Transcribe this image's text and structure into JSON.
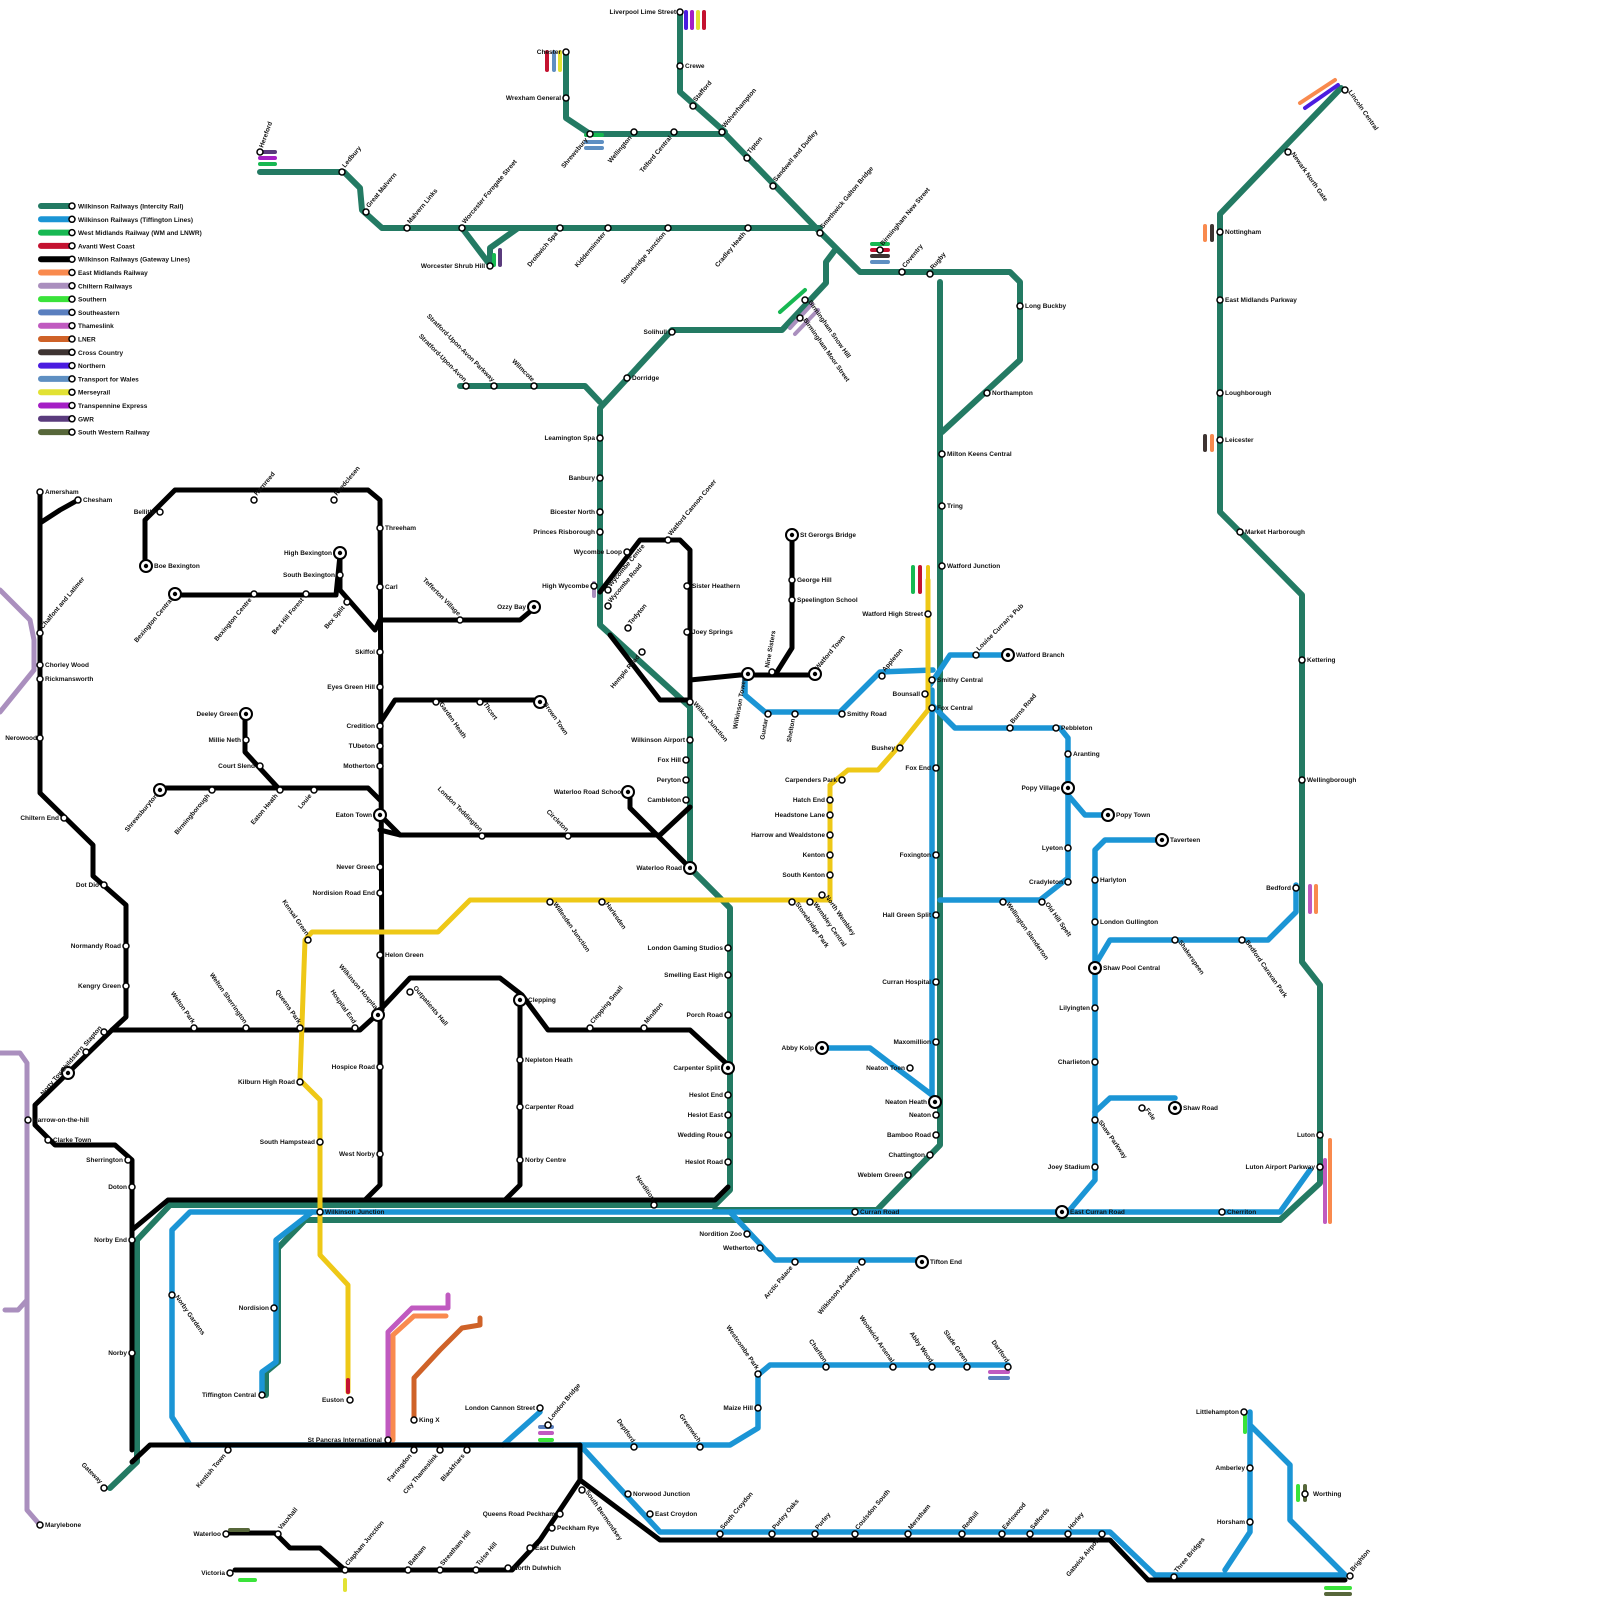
{
  "legend": [
    {
      "key": "intercity",
      "label": "Wilkinson Railways (Intercity Rail)",
      "color": "#237a63"
    },
    {
      "key": "tiffington",
      "label": "Wilkinson Railways (Tiffington Lines)",
      "color": "#1b95d5"
    },
    {
      "key": "wmr",
      "label": "West Midlands Railway (WM and LNWR)",
      "color": "#17b852"
    },
    {
      "key": "avanti",
      "label": "Avanti West Coast",
      "color": "#c41230"
    },
    {
      "key": "gateway",
      "label": "Wilkinson Railways (Gateway Lines)",
      "color": "#000000"
    },
    {
      "key": "emr",
      "label": "East Midlands Railway",
      "color": "#f98a4e"
    },
    {
      "key": "chiltern",
      "label": "Chiltern Railways",
      "color": "#aa8fbe"
    },
    {
      "key": "southern",
      "label": "Southern",
      "color": "#3ae33a"
    },
    {
      "key": "southeastern",
      "label": "Southeastern",
      "color": "#5a7fbf"
    },
    {
      "key": "thameslink",
      "label": "Thameslink",
      "color": "#c05ac0"
    },
    {
      "key": "lner",
      "label": "LNER",
      "color": "#cf6228"
    },
    {
      "key": "crosscountry",
      "label": "Cross Country",
      "color": "#3e3432"
    },
    {
      "key": "northern",
      "label": "Northern",
      "color": "#4b1ce0"
    },
    {
      "key": "tfw",
      "label": "Transport for Wales",
      "color": "#5e8fc2"
    },
    {
      "key": "merseyrail",
      "label": "Merseyrail",
      "color": "#e2e234"
    },
    {
      "key": "tpe",
      "label": "Transpennine Express",
      "color": "#a51fc5"
    },
    {
      "key": "gwr",
      "label": "GWR",
      "color": "#5a3b7d"
    },
    {
      "key": "swr",
      "label": "South Western Railway",
      "color": "#57673a"
    }
  ],
  "extra_colors": {
    "yellow_line": "#eec817"
  },
  "stations": {
    "liverpool": "Liverpool Lime Street",
    "crewe": "Crewe",
    "stafford": "Stafford",
    "wolverhampton": "Wolverhampton",
    "tipton": "Tipton",
    "sandwell": "Sandwell and Dudley",
    "smethwick": "Smethwick Galton Bridge",
    "bhamns": "Birmingham New Street",
    "coventry": "Coventry",
    "rugby": "Rugby",
    "longbuckby": "Long Buckby",
    "northampton": "Northampton",
    "mkc": "Milton Keens Central",
    "tring": "Tring",
    "watfordjn": "Watford Junction",
    "watfordhs": "Watford High Street",
    "chester": "Chester",
    "wrexham": "Wrexham General",
    "shrewsbury": "Shrewsbury",
    "wellington": "Wellington",
    "telford": "Telford Central",
    "hereford": "Hereford",
    "ledbury": "Ledbury",
    "greatmalvern": "Great Malvern",
    "malvernlinks": "Malvern Links",
    "worcesterfs": "Worcester Foregate Street",
    "worcestersh": "Worcester Shrub Hill",
    "droitwich": "Droitwich Spa",
    "kidderminster": "Kidderminster",
    "stourbridge": "Stourbridge Junction",
    "cradley": "Cradley Heath",
    "bhamsh": "Birmingham Snow Hill",
    "bhamms": "Birmingham Moor Street",
    "solihull": "Solihull",
    "dorridge": "Dorridge",
    "stratpkwy": "Stratford-Upon-Avon Parkway",
    "strat": "Stratford-Upon-Avon",
    "wilmcote": "Wilmcote",
    "leamington": "Leamington Spa",
    "banbury": "Banbury",
    "bicester": "Bicester North",
    "princes": "Princes Risborough",
    "wycloop": "Wycombe Loop",
    "highwyc": "High Wycombe",
    "wyccentre": "Wycombe Centre",
    "wycroad": "Wycombe Road",
    "tedyton": "Tedyton",
    "hemplerd": "Hemple Road",
    "wcc": "Watford Cannon Coner",
    "sisterh": "Sister Heathern",
    "joysp": "Joey Springs",
    "wilkjn": "Wilkos Junction",
    "wilkair": "Wilkinson Airport",
    "foxhill": "Fox Hill",
    "peryton": "Peryton",
    "cambleton": "Cambleton",
    "waterloors": "Waterloo Road School",
    "circleton": "Circleton",
    "londonted": "London Teddington",
    "waterloord": "Waterloo Road",
    "nineisters": "Nine Sisters",
    "stgeorge": "St Gerorgs Bridge",
    "georgehill": "George Hill",
    "speelington": "Speelington School",
    "watfordtown": "Watford Town",
    "wilkhospb": "Wilkinson Tower",
    "guntar": "Guntar",
    "shelton": "Shelton",
    "smithyrd": "Smithy Road",
    "appleton": "Appleton",
    "smithyc": "Smithy Central",
    "bounsall": "Bounsall",
    "foxcentral": "Fox Central",
    "louisecp": "Louise Curran's Pub",
    "watfordbr": "Watford Branch",
    "burnsrd": "Burns Road",
    "pebbleton": "Pebbleton",
    "aranting": "Aranting",
    "popyv": "Popy Village",
    "popyt": "Popy Town",
    "lyeton": "Lyeton",
    "cradyleton": "Cradyleton",
    "oldhill": "Old Hill Spelt",
    "wellingtonsl": "Wellington Slenderton",
    "bushey": "Bushey",
    "carpenders": "Carpenders Park",
    "hatchend": "Hatch End",
    "headstone": "Headstone Lane",
    "harrowwald": "Harrow and Wealdstone",
    "kenton": "Kenton",
    "southkenton": "South Kenton",
    "northwembley": "North Wembley",
    "wembleyc": "Wembley Central",
    "stonebridge": "Stonebridge Park",
    "harlesden": "Harlesden",
    "willesden": "Willesden Junction",
    "kensalg": "Kensal Green",
    "foxend": "Fox End",
    "foxington": "Foxington",
    "hallgreen": "Hall Green Split",
    "curranhosp": "Curran Hospital",
    "maxomillion": "Maxomillion",
    "abbykolp": "Abby Kolp",
    "neatontoen": "Neaton Toen",
    "neatonheath": "Neaton Heath",
    "neaton": "Neaton",
    "bambooroad": "Bamboo Road",
    "chattington": "Chattington",
    "weblemgreen": "Weblem Green",
    "curranroad": "Curran Road",
    "eastcurran": "East Curran Road",
    "cherriton": "Cherriton",
    "taverteen": "Taverteen",
    "harlyton": "Harlyton",
    "londongull": "London Gullington",
    "shawpool": "Shaw Pool Central",
    "shakerspeen": "Shakerspeen",
    "bedfordcp": "Bedford Caravan Park",
    "lilyington": "Lilyingten",
    "charlieton": "Charlieton",
    "shawpkwy": "Shaw Parkway",
    "fele": "Fele",
    "shawroad": "Shaw Road",
    "joeystadium": "Joey Stadium",
    "lincoln": "Lincoln Central",
    "newark": "Newark North Gate",
    "nottingham": "Nottingham",
    "emparkway": "East Midlands Parkway",
    "loughborough": "Loughborough",
    "leicester": "Leicester",
    "marketharb": "Market Harborough",
    "kettering": "Kettering",
    "wellingborough": "Wellingborough",
    "bedford": "Bedford",
    "luton": "Luton",
    "lutonair": "Luton Airport Parkway",
    "amersham": "Amersham",
    "chesham": "Chesham",
    "chalfont": "Chalfont and Latimer",
    "chorley": "Chorley Wood",
    "ricky": "Rickmansworth",
    "nerowood": "Nerowood",
    "chilternend": "Chiltern End",
    "dotdio": "Dot Dio",
    "normandy": "Normandy Road",
    "kengry": "Kengry Green",
    "stapton": "Stapton",
    "childstern": "Childstern",
    "nortytown": "Norty Town",
    "harrowhill": "Harrow-on-the-hill",
    "clarketown": "Clarke Town",
    "sherrington": "Sherrington",
    "doton": "Doton",
    "norbyend": "Norby End",
    "norby": "Norby",
    "gateway": "Gateway",
    "marylebone": "Marylebone",
    "bellitle": "Bellitle",
    "harnreed": "Harnreed",
    "reedclesen": "Reedclesen",
    "threeham": "Threeham",
    "boebex": "Boe Bexington",
    "highbex": "High Bexington",
    "southbex": "South Bexington",
    "bexcentral": "Bexington Central",
    "bexcentre": "Bexington Centre",
    "bexhillforest": "Bex Hill Forest",
    "bexspit": "Bex Split",
    "carl": "Carl",
    "tefferton": "Tefferton Village",
    "ozzybay": "Ozzy Bay",
    "skiffol": "Skiffol",
    "eyesgreen": "Eyes Green Hill",
    "gardenheath": "Garden Heath",
    "thcert": "Thcert",
    "browntown": "Brown Town",
    "credition": "Credition",
    "tubeton": "TUbeton",
    "motherton": "Motherton",
    "deeleygreen": "Deeley Green",
    "millieneth": "Millie Neth",
    "courtslend": "Court Slend",
    "eatonheath": "Eaton Heath",
    "louie": "Louie",
    "shrewsburyton": "Shrewsburyton",
    "birmingborough": "Birmingborough",
    "eatontown": "Eaton Town",
    "nevergreen": "Never Green",
    "nordisionre": "Nordision Road End",
    "helongreen": "Helon Green",
    "wilkhosp": "Wilkinson Hospital",
    "outpatients": "Outpatients Hall",
    "hospitalend": "Hospital End",
    "queenspark": "Queens Park",
    "weltonsh": "Welton Sherrington",
    "weltonpark": "Welton Park",
    "hospiceroad": "Hospice Road",
    "westnorby": "West Norby",
    "clepping": "Clepping",
    "cleppingsmall": "Clepping Small",
    "mindton": "Mindton",
    "nepletonh": "Nepleton Heath",
    "carpenterroad": "Carpenter Road",
    "norbycentre": "Norby Centre",
    "londongaming": "London Gaming Studios",
    "smellingeh": "Smelling East High",
    "porchroad": "Porch Road",
    "carpentersplit": "Carpenter Split",
    "heslotend": "Heslot End",
    "heslotea": "Heslot East",
    "weddingroue": "Wedding Roue",
    "heslotroad": "Heslot Road",
    "kilburnhr": "Kilburn High Road",
    "southhamp": "South Hampstead",
    "wilkjunction": "Wilkinson Junction",
    "nordition": "Nordition",
    "norditionzoo": "Nordition Zoo",
    "wetherton": "Wetherton",
    "arcticpalace": "Arctic Palace",
    "wilkacademy": "Wilkinson Academy",
    "tiftonend": "Tifton End",
    "norbygardens": "Norby Gardens",
    "nordision": "Nordision",
    "tiffcentral": "Tiffington Central",
    "euston": "Euston",
    "kingx": "King X",
    "stpancras": "St Pancras International",
    "kentishtown": "Kentish Town",
    "farringdon": "Farringdon",
    "citythames": "City Thameslink",
    "blackfriars": "Blackfriars",
    "londoncannon": "London Cannon Street",
    "londonbridge": "London Bridge",
    "deptford": "Deptford",
    "greenwich": "Greenwich",
    "maizehill": "Maize Hill",
    "westcombe": "Westcombe Park",
    "charlton": "Charlton",
    "woolwich": "Woolwich Arsenal",
    "abbywood": "Abby Wood",
    "sladegreen": "Slade Green",
    "dartford": "Dartford",
    "norwoodjn": "Norwood Junction",
    "eastcroydon": "East Croydon",
    "southcroydon": "South Croydon",
    "purleyoaks": "Purley Oaks",
    "purley": "Purley",
    "coulsdon": "Coulsdon South",
    "merstham": "Merstham",
    "redhill": "Redhill",
    "earlswood": "Earlswood",
    "salfords": "Salfords",
    "horley": "Horley",
    "gatwick": "Gatwick Airport",
    "threebridges": "Three Bridges",
    "brighton": "Brighton",
    "littlehampton": "Littlehampton",
    "amberley": "Amberley",
    "horsham": "Horsham",
    "worthing": "Worthing",
    "queensrp": "Queens Road Peckham",
    "peckhamrye": "Peckham Rye",
    "southbermondsey": "South Bermondsey",
    "eastdulwich": "East Dulwich",
    "northdulwich": "North Dulwhich",
    "waterloo": "Waterloo",
    "vauxhall": "Vauxhall",
    "claphamjn": "Clapham Junction",
    "victoria": "Victoria",
    "batham": "Batham",
    "streatham": "Streatham Hill",
    "tulsehill": "Tulse Hill"
  }
}
